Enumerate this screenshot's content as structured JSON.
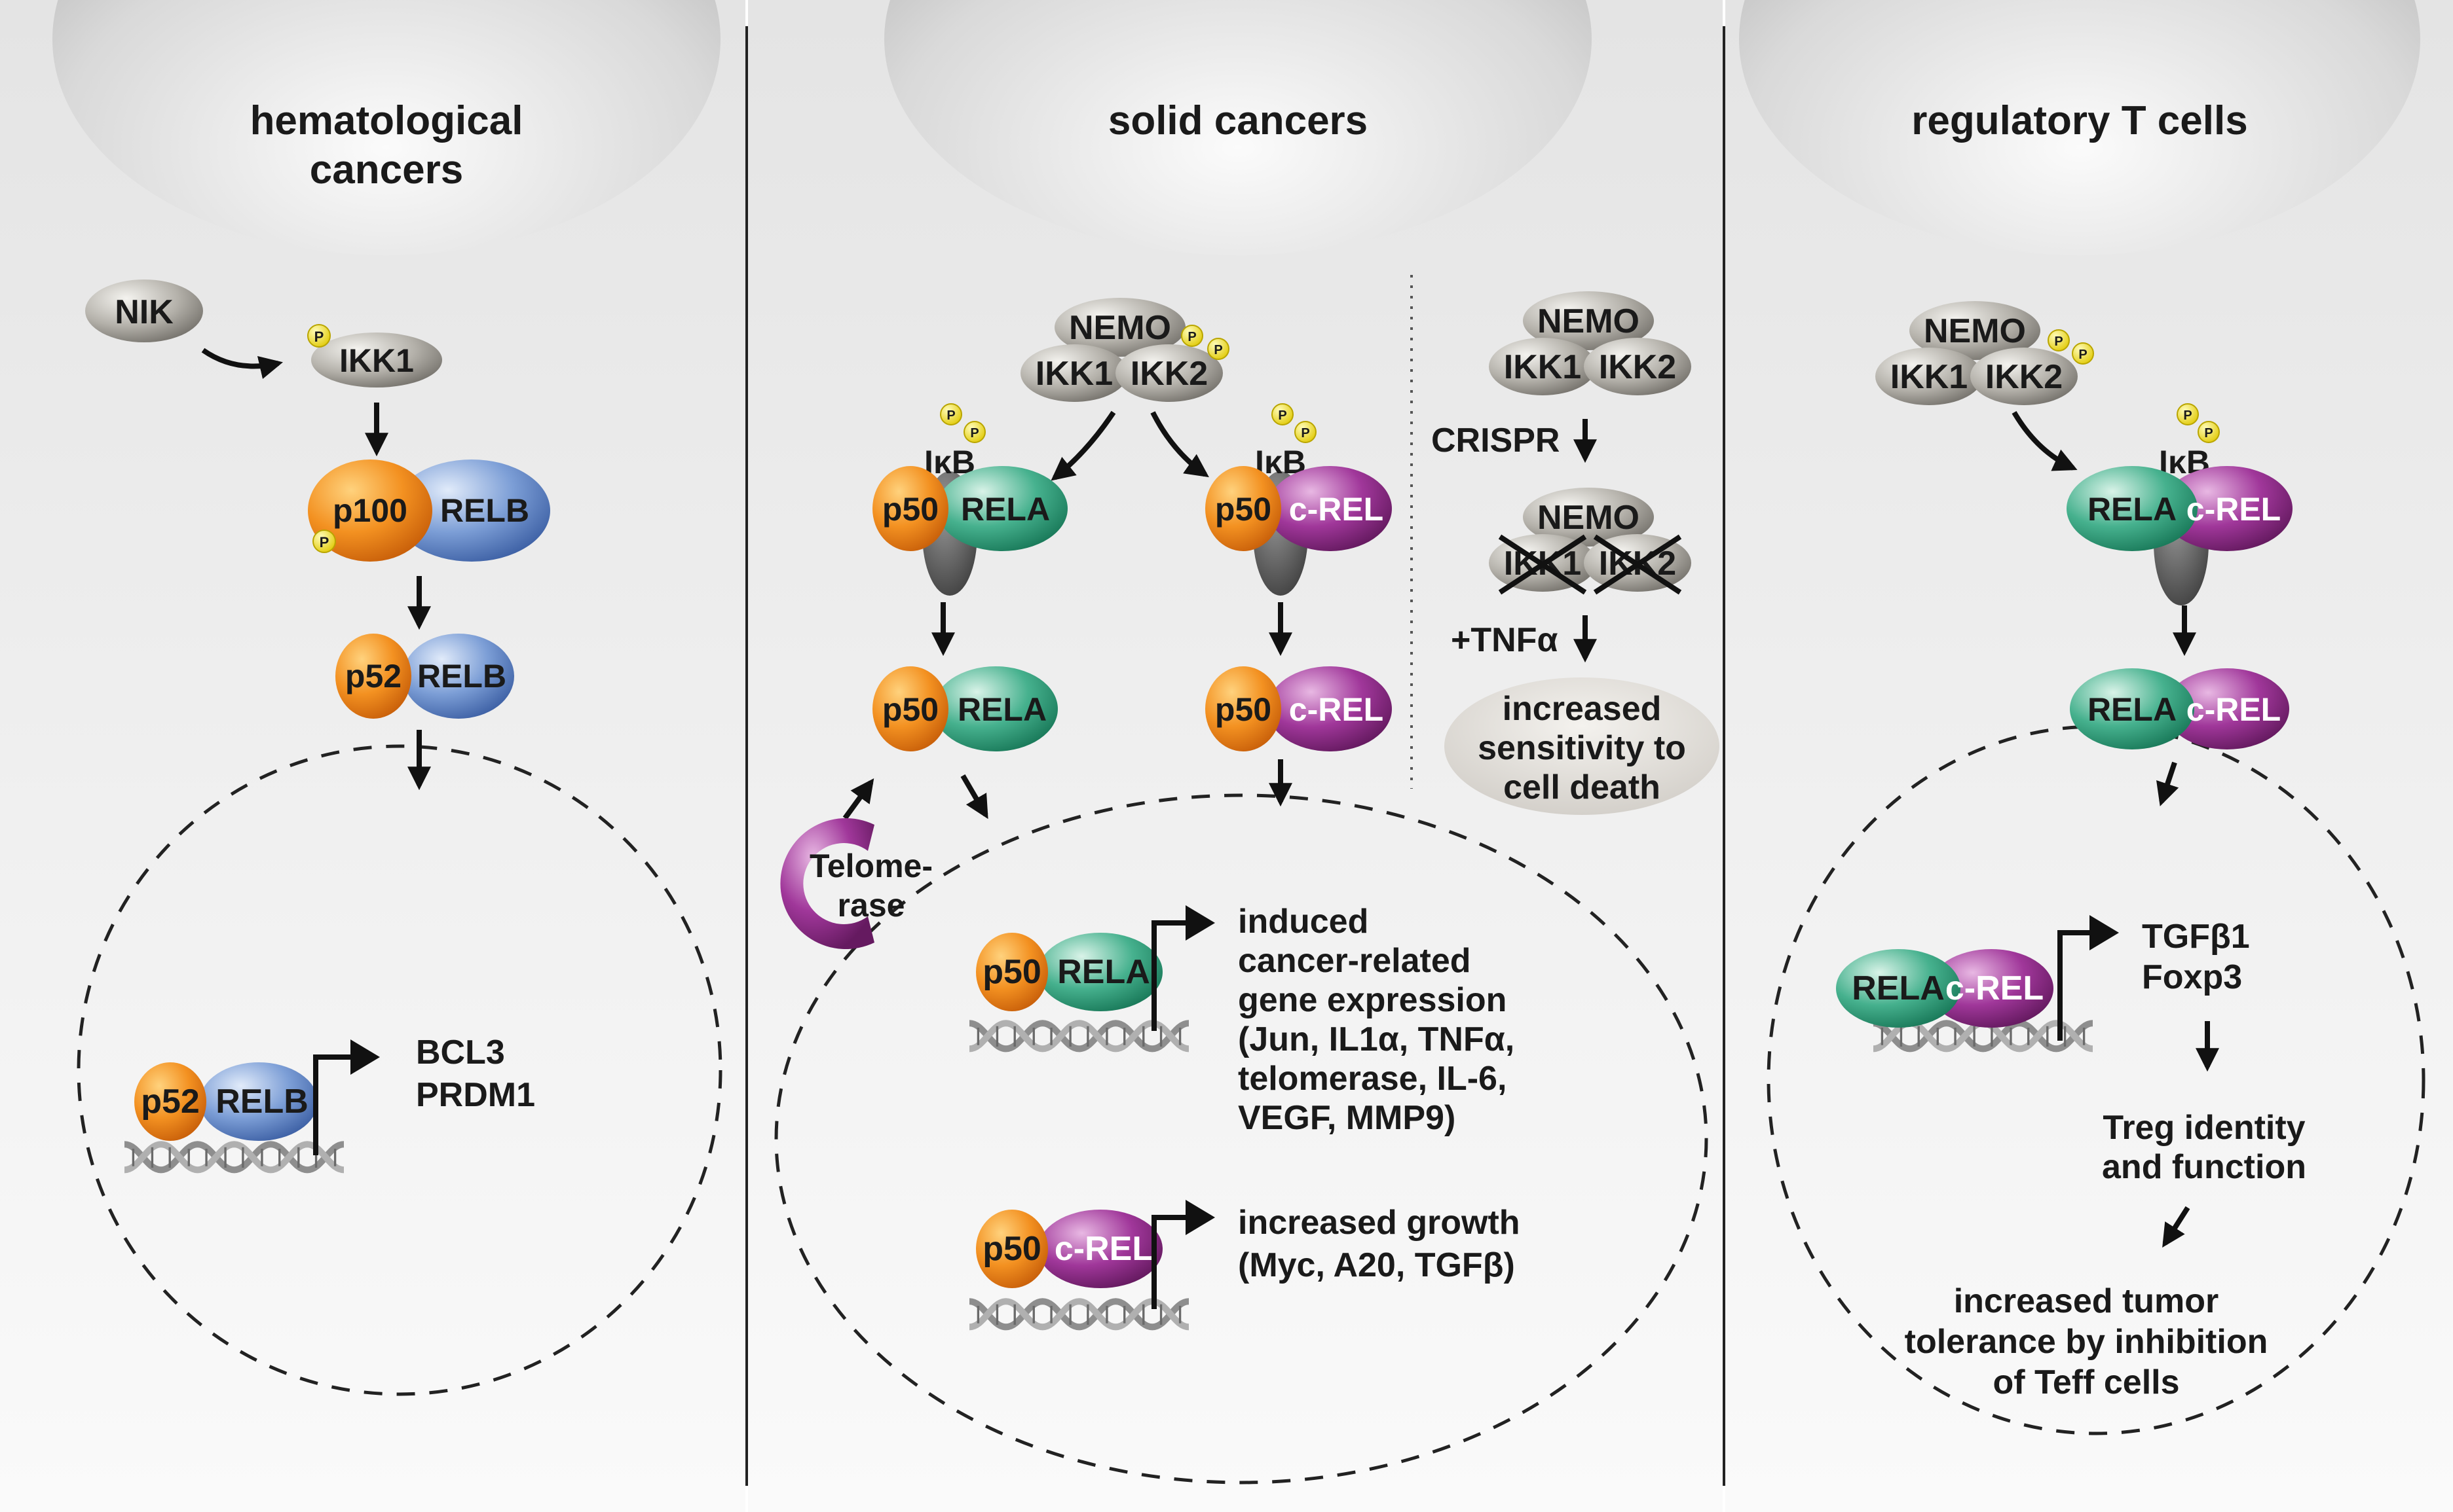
{
  "panels": {
    "hematological": {
      "title_lines": [
        "hematological",
        "cancers"
      ],
      "nik": "NIK",
      "ikk1": "IKK1",
      "p100": "p100",
      "relb": "RELB",
      "p52": "p52",
      "genes": [
        "BCL3",
        "PRDM1"
      ]
    },
    "solid": {
      "title": "solid cancers",
      "nemo": "NEMO",
      "ikk1": "IKK1",
      "ikk2": "IKK2",
      "ikb": "IκB",
      "p50": "p50",
      "rela": "RELA",
      "crel": "c-REL",
      "telomerase_lines": [
        "Telome-",
        "rase"
      ],
      "rela_genes_lines": [
        "induced",
        "cancer-related",
        "gene expression",
        "(Jun, IL1α, TNFα,",
        "telomerase, IL-6,",
        "VEGF, MMP9)"
      ],
      "crel_genes_lines": [
        "increased growth",
        "(Myc, A20, TGFβ)"
      ],
      "crispr": "CRISPR",
      "tnf": "+TNFα",
      "outcome_lines": [
        "increased",
        "sensitivity to",
        "cell death"
      ]
    },
    "treg": {
      "title": "regulatory T cells",
      "nemo": "NEMO",
      "ikk1": "IKK1",
      "ikk2": "IKK2",
      "ikb": "IκB",
      "rela": "RELA",
      "crel": "c-REL",
      "genes_lines": [
        "TGFβ1",
        "Foxp3"
      ],
      "identity_lines": [
        "Treg identity",
        "and function"
      ],
      "outcome_lines": [
        "increased tumor",
        "tolerance by inhibition",
        "of Teff cells"
      ]
    }
  },
  "phospho_label": "P",
  "colors": {
    "orange": "#f08a1e",
    "blue": "#6e92cf",
    "green": "#3fae8a",
    "purple": "#9c2f96",
    "gray_oval": "#a9a6a0",
    "phospho": "#f2e318",
    "panel_bg": "#eeeeee",
    "dna": "#9a9a9a"
  }
}
